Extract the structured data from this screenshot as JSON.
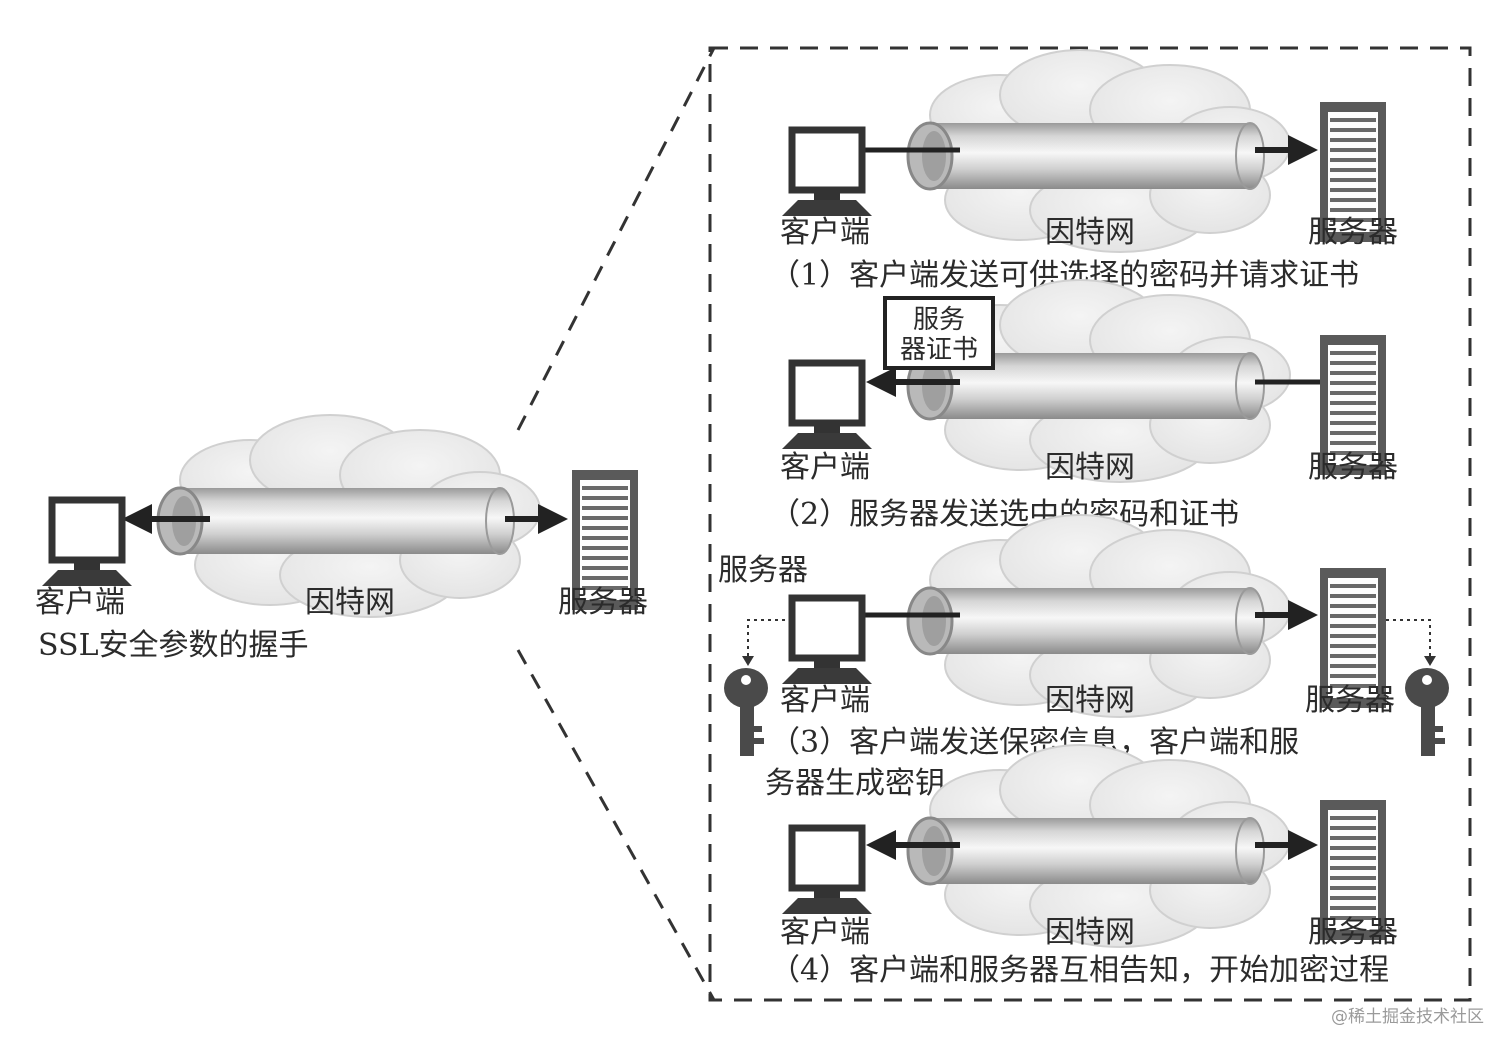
{
  "overview": {
    "client_label": "客户端",
    "internet_label": "因特网",
    "server_label": "服务器",
    "caption": "SSL安全参数的握手"
  },
  "steps": [
    {
      "client_label": "客户端",
      "internet_label": "因特网",
      "server_label": "服务器",
      "caption": "（1）客户端发送可供选择的密码并请求证书",
      "direction": "client-to-server"
    },
    {
      "client_label": "客户端",
      "internet_label": "因特网",
      "server_label": "服务器",
      "caption": "（2）服务器发送选中的密码和证书",
      "direction": "server-to-client",
      "certificate_line1": "服务",
      "certificate_line2": "器证书"
    },
    {
      "client_label": "客户端",
      "internet_label": "因特网",
      "server_label": "服务器",
      "caption_line1": "（3）客户端发送保密信息，客户端和服",
      "caption_line2": "务器生成密钥",
      "extra_label": "服务器",
      "direction": "client-to-server",
      "left_key_icon": "key-icon",
      "right_key_icon": "key-icon"
    },
    {
      "client_label": "客户端",
      "internet_label": "因特网",
      "server_label": "服务器",
      "caption": "（4）客户端和服务器互相告知，开始加密过程",
      "direction": "bidirectional"
    }
  ],
  "watermark": "@稀土掘金技术社区"
}
